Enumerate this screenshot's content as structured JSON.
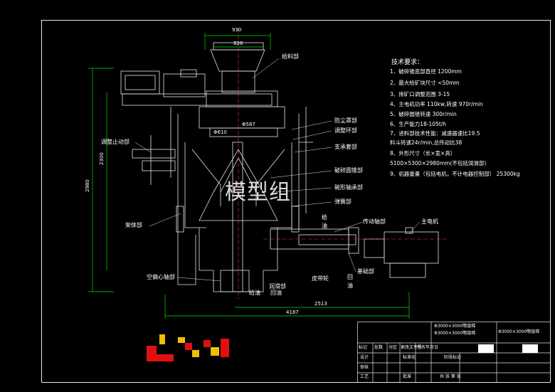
{
  "colors": {
    "background": "#000000",
    "lines": "#e6e6e6",
    "dimension": "#00e000",
    "centerline": "#e04040",
    "logo_red": "#e01010",
    "logo_yellow": "#f0c000"
  },
  "dimensions": {
    "top_1": "930",
    "top_2": "828",
    "left_total": "2980",
    "left_inner": "2300",
    "bottom_1": "2513",
    "bottom_2": "4187"
  },
  "labels": {
    "feed": "给料部",
    "dust_cover": "防尘罩部",
    "adjust_ring": "调整环部",
    "support_ring": "支承套部",
    "adjust_stop": "调整止动部",
    "crush_cone": "破碎圆锥部",
    "bowl_bearing": "碗形轴承部",
    "spring": "弹簧部",
    "frame": "架体部",
    "oil_in_1": "给",
    "oil_in_2": "油",
    "drive_shaft": "传动轴部",
    "motor": "主电机",
    "eccentric": "空偏心轴部",
    "base": "基础部",
    "oil_return_1": "回",
    "oil_return_2": "油",
    "lubrication": "润滑部",
    "pulley": "皮带轮",
    "oil_in_bottom": "给油",
    "oil_return_bottom": "回油",
    "phi_label": "Φ610",
    "phi_label2": "Φ587"
  },
  "specs": {
    "title": "技术要求：",
    "items": [
      "1、破碎锥底部直径 1200mm",
      "2、最大给矿块尺寸 <50mm",
      "3、排矿口调整范围 3-15",
      "4、主电机功率  110kw,转速 970r/min",
      "5、破碎圆锥转速  300r/min",
      "6、生产能力18-105t/h",
      "7、进料部技术性能：减速器速比19.5",
      "   料斗转速24r/min,总传动比38",
      "8、外形尺寸（长×宽×高）",
      "   5100×5300×2980mm(不包括润滑部)",
      "9、机器重量（包括电机，不计电器控制部） 25300kg"
    ]
  },
  "watermark": "模型组",
  "title_block": {
    "title_1": "Φ3000×3000颚旋梯",
    "title_2": "Φ3000×3000颚旋梯",
    "title_3": "Φ3000×3000颚旋梯",
    "row_labels": [
      "标记",
      "处数",
      "分区",
      "更改文件号",
      "签名",
      "年月日"
    ],
    "design": "设计",
    "standard": "标准化",
    "stage": "阶段标记",
    "check": "审核",
    "process": "工艺",
    "approve": "批准",
    "sheets": "共   张 第   张"
  }
}
